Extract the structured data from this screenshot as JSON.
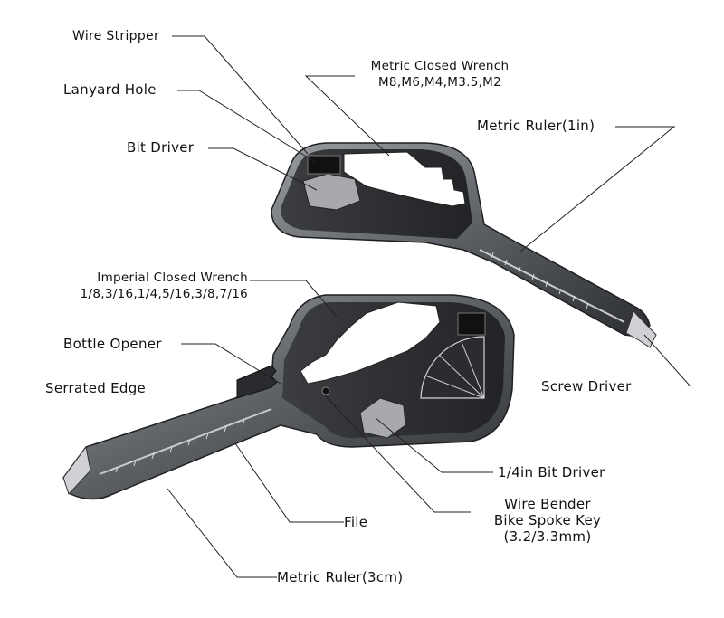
{
  "labels": {
    "wire_stripper": "Wire Stripper",
    "lanyard_hole": "Lanyard Hole",
    "bit_driver": "Bit Driver",
    "metric_wrench_title": "Metric Closed Wrench",
    "metric_wrench_sizes": "M8,M6,M4,M3.5,M2",
    "metric_ruler_in": "Metric Ruler(1in)",
    "imperial_wrench_title": "Imperial Closed Wrench",
    "imperial_wrench_sizes": "1/8,3/16,1/4,5/16,3/8,7/16",
    "bottle_opener": "Bottle Opener",
    "serrated_edge": "Serrated Edge",
    "screw_driver": "Screw Driver",
    "quarter_bit_driver": "1/4in Bit Driver",
    "wire_bender": "Wire Bender",
    "bike_spoke_key": "Bike Spoke Key",
    "spoke_sizes": "(3.2/3.3mm)",
    "file": "File",
    "metric_ruler_cm": "Metric Ruler(3cm)"
  }
}
